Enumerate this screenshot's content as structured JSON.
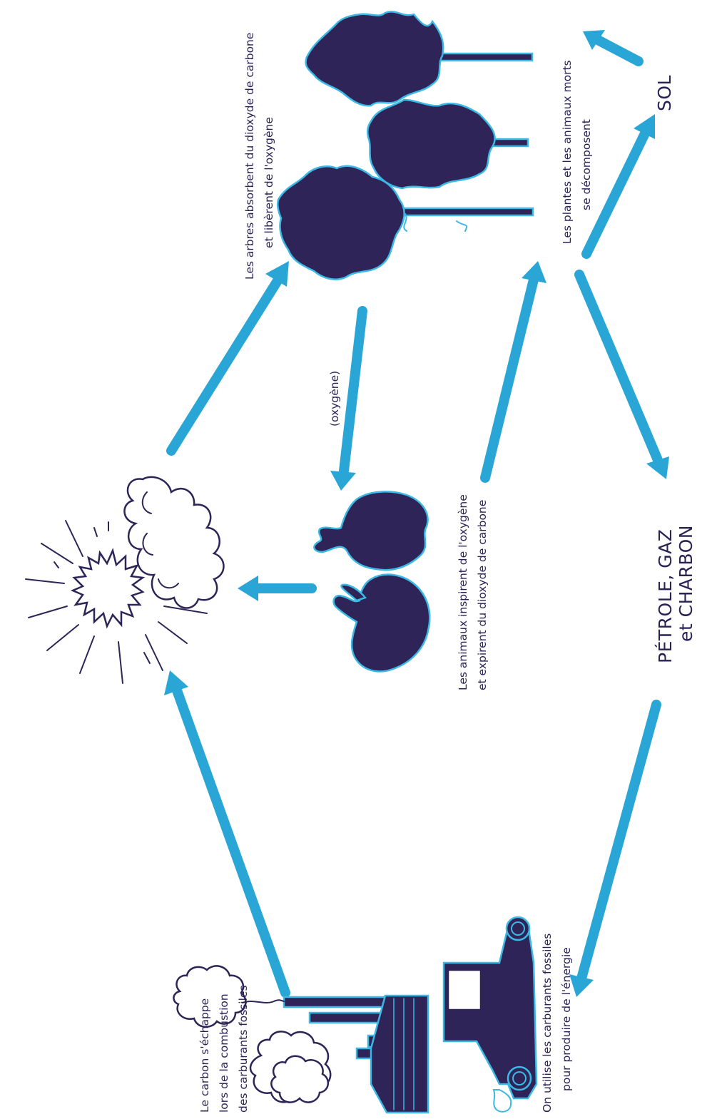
{
  "labels": {
    "trees_line1": "Les arbres absorbent du dioxyde de carbone",
    "trees_line2": "et libèrent de l'oxygène",
    "oxygen": "(oxygène)",
    "animals_line1": "Les animaux inspirent de l'oxygène",
    "animals_line2": "et expirent du dioxyde de carbone",
    "decompose_line1": "Les plantes et les animaux morts",
    "decompose_line2": "se décomposent",
    "soil": "SOL",
    "fossil_line1": "PÉTROLE, GAZ",
    "fossil_line2": "et CHARBON",
    "use_line1": "On utilise les carburants fossiles",
    "use_line2": "pour produire de l'énergie",
    "escape_line1": "Le carbon s'échappe",
    "escape_line2": "lors de la combustion",
    "escape_line3": "des carburants fossiles"
  },
  "colors": {
    "arrow": "#29a6d6",
    "ink": "#2e2457",
    "outline_accent": "#3bb8e4"
  },
  "icons": [
    "sun-icon",
    "cloud-icon",
    "trees-icon",
    "rabbits-icon",
    "factory-icon",
    "car-icon"
  ]
}
